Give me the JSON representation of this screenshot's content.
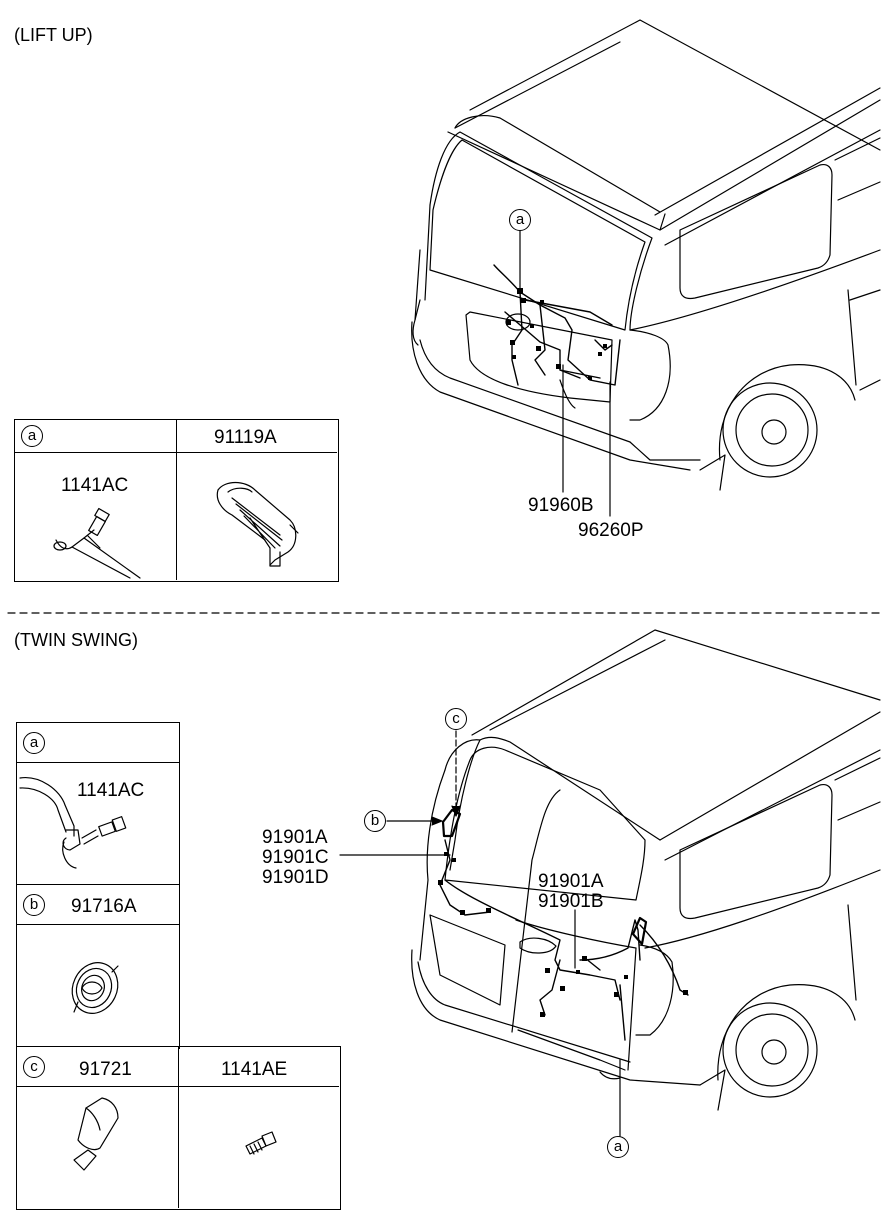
{
  "sections": {
    "lift_up": "(LIFT UP)",
    "twin_swing": "(TWIN SWING)"
  },
  "lift_up": {
    "callout_a": "a",
    "parts": [
      "91960B",
      "96260P"
    ],
    "table": {
      "header_ref": "a",
      "header_part": "91119A",
      "cell_part": "1141AC"
    }
  },
  "twin_swing": {
    "callouts": {
      "c": "c",
      "b": "b",
      "a": "a"
    },
    "parts_left": [
      "91901A",
      "91901C",
      "91901D"
    ],
    "parts_right": [
      "91901A",
      "91901B"
    ],
    "table": {
      "row_a_ref": "a",
      "row_a_part": "1141AC",
      "row_b_ref": "b",
      "row_b_part": "91716A",
      "row_c_ref": "c",
      "row_c_part1": "91721",
      "row_c_part2": "1141AE"
    }
  }
}
